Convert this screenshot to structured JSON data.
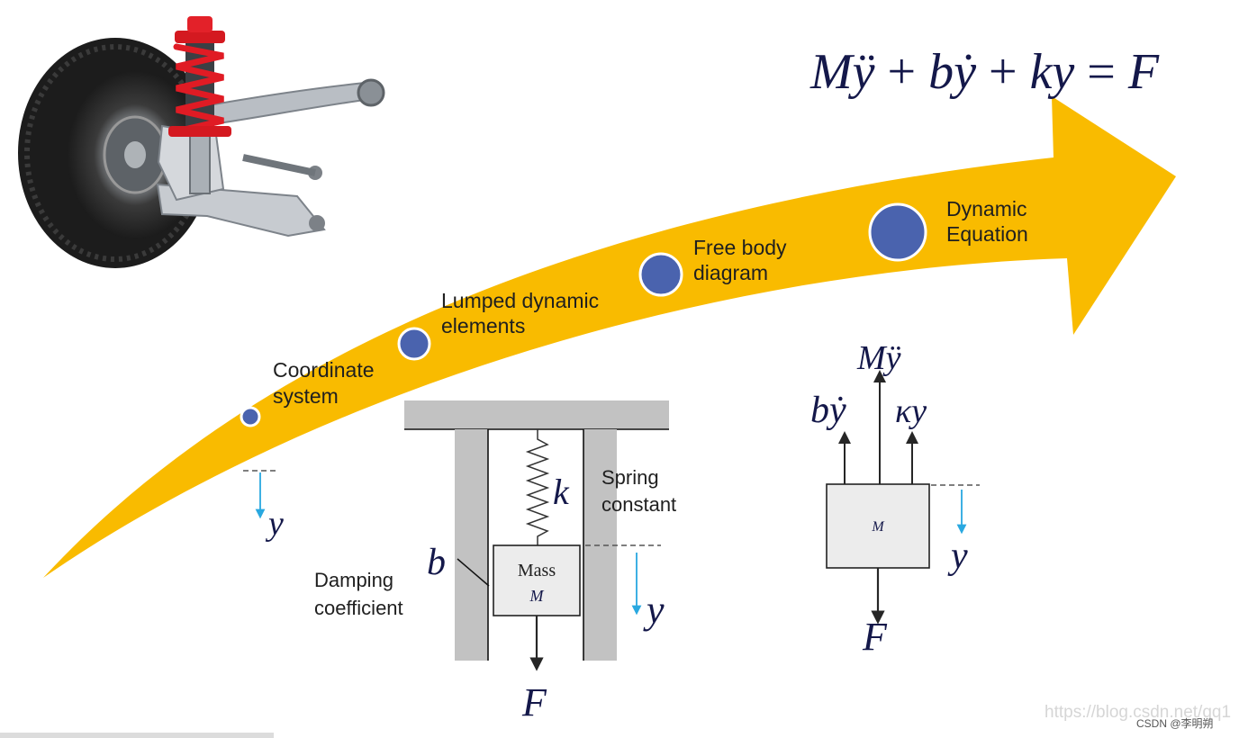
{
  "equation": {
    "lhs_M": "M",
    "lhs_yddot": "ÿ",
    "plus1": "+",
    "b": "b",
    "ydot": "ẏ",
    "plus2": "+",
    "k": "ky",
    "equals": "=",
    "F": "F"
  },
  "stages": [
    {
      "line1": "Coordinate",
      "line2": "system"
    },
    {
      "line1": "Lumped dynamic",
      "line2": "elements"
    },
    {
      "line1": "Free body",
      "line2": "diagram"
    },
    {
      "line1": "Dynamic",
      "line2": "Equation"
    }
  ],
  "coordinate": {
    "y": "y"
  },
  "mass_spring": {
    "k": "k",
    "spring_line1": "Spring",
    "spring_line2": "constant",
    "b": "b",
    "damping_line1": "Damping",
    "damping_line2": "coefficient",
    "mass_label": "Mass",
    "mass_symbol": "M",
    "y": "y",
    "F": "F"
  },
  "free_body": {
    "inertia": "Mÿ",
    "damping": "bẏ",
    "spring": "κy",
    "mass_symbol": "M",
    "y": "y",
    "F": "F"
  },
  "watermark": {
    "url": "https://blog.csdn.net/qq1",
    "author": "CSDN @李明朔"
  },
  "colors": {
    "arrow": "#F9BB00",
    "node": "#4A63AE",
    "pointer": "#29A8E0",
    "wall": "#C2C2C2"
  },
  "icons": {
    "suspension": "car-wheel-suspension-icon"
  }
}
